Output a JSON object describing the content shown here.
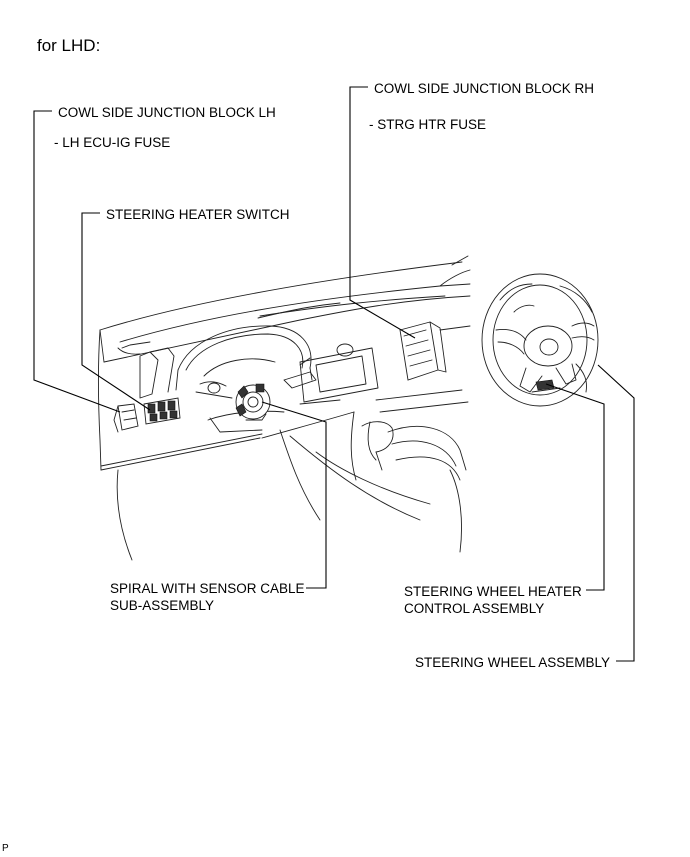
{
  "heading": "for LHD:",
  "labels": {
    "cowl_lh": "COWL SIDE JUNCTION BLOCK LH",
    "cowl_lh_fuse": "- LH ECU-IG FUSE",
    "cowl_rh": "COWL SIDE JUNCTION BLOCK RH",
    "cowl_rh_fuse": "- STRG HTR FUSE",
    "heater_switch": "STEERING HEATER SWITCH",
    "spiral_line1": "SPIRAL WITH SENSOR CABLE",
    "spiral_line2": "SUB-ASSEMBLY",
    "wheel_heater_line1": "STEERING WHEEL HEATER",
    "wheel_heater_line2": "CONTROL ASSEMBLY",
    "wheel_assembly": "STEERING WHEEL ASSEMBLY"
  },
  "corner_mark": "P"
}
